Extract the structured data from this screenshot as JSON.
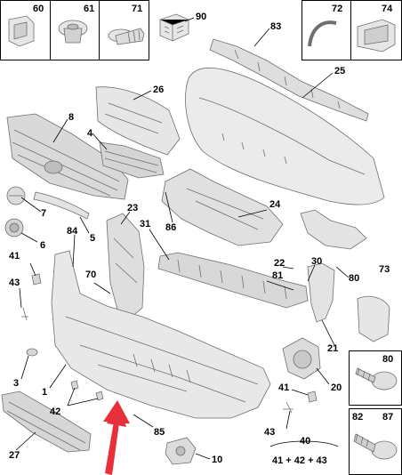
{
  "diagram": {
    "callouts": {
      "c60": "60",
      "c61": "61",
      "c71": "71",
      "c90": "90",
      "c83": "83",
      "c72": "72",
      "c74": "74",
      "c25": "25",
      "c26": "26",
      "c8": "8",
      "c4": "4",
      "c86": "86",
      "c24": "24",
      "c7": "7",
      "c5": "5",
      "c6": "6",
      "c23": "23",
      "c31": "31",
      "c84": "84",
      "c41a": "41",
      "c43a": "43",
      "c70": "70",
      "c22": "22",
      "c81": "81",
      "c30": "30",
      "c80a": "80",
      "c73": "73",
      "c21": "21",
      "c3": "3",
      "c1": "1",
      "c42": "42",
      "c20": "20",
      "c41b": "41",
      "c43b": "43",
      "c27": "27",
      "c85": "85",
      "c10": "10",
      "c40": "40",
      "c40sum": "41 + 42 + 43",
      "c80b": "80",
      "c82": "82",
      "c87": "87"
    },
    "colors": {
      "part_fill": "#e6e6e6",
      "part_stroke": "#6f6f6f",
      "arrow": "#e8303a",
      "border": "#000000"
    },
    "icons": [
      "clip-icon",
      "nut-icon",
      "push-rivet-icon",
      "fuse-box-icon",
      "hose-clip-icon",
      "bracket-clip-icon",
      "screw-icon"
    ]
  }
}
